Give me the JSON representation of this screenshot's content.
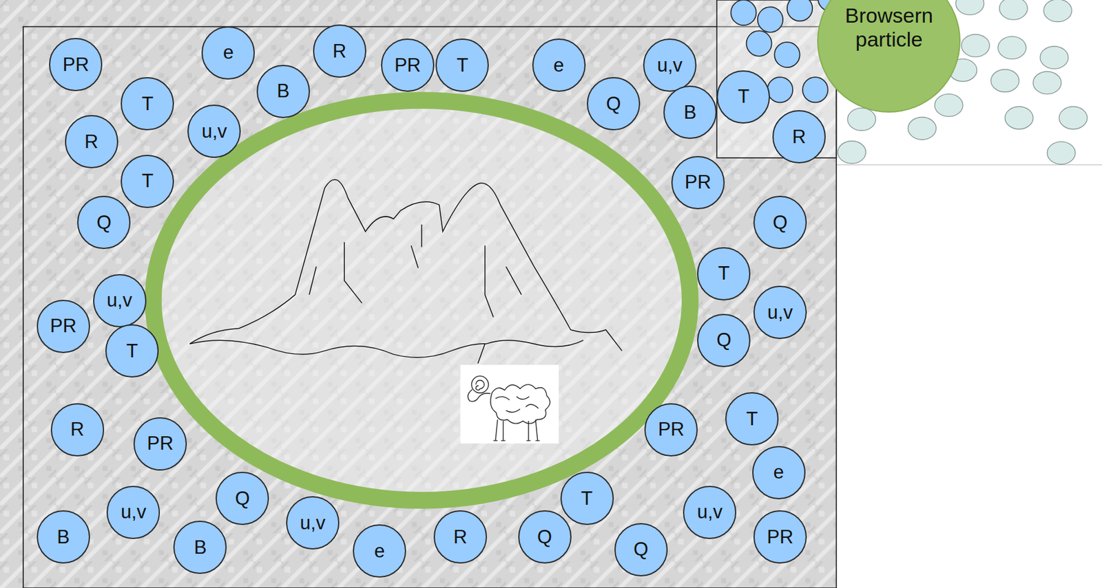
{
  "diagram": {
    "nodes": [
      {
        "text": [
          "PR"
        ]
      },
      {
        "text": [
          "e"
        ]
      },
      {
        "text": [
          "R"
        ]
      },
      {
        "text": [
          "PR"
        ]
      },
      {
        "text": [
          "T"
        ]
      },
      {
        "text": [
          "e"
        ]
      },
      {
        "text": [
          "u,v"
        ]
      },
      {
        "text": [
          "Browsern particle"
        ]
      },
      {
        "text": [
          "B"
        ]
      },
      {
        "text": [
          "T"
        ]
      },
      {
        "text": [
          "Q"
        ]
      },
      {
        "text": [
          "T"
        ]
      },
      {
        "text": [
          "B"
        ]
      },
      {
        "text": [
          "u,v"
        ]
      },
      {
        "text": [
          "R"
        ]
      },
      {
        "text": [
          "R"
        ]
      },
      {
        "text": [
          "T"
        ]
      },
      {
        "text": [
          "PR"
        ]
      },
      {
        "text": [
          "Q"
        ]
      },
      {
        "text": [
          "Q"
        ]
      },
      {
        "text": [
          "T"
        ]
      },
      {
        "text": [
          "u,v"
        ]
      },
      {
        "text": [
          "u,v"
        ]
      },
      {
        "text": [
          "PR"
        ]
      },
      {
        "text": [
          "Q"
        ]
      },
      {
        "text": [
          "T"
        ]
      },
      {
        "text": [
          "T"
        ]
      },
      {
        "text": [
          "R"
        ]
      },
      {
        "text": [
          "PR"
        ]
      },
      {
        "text": [
          "PR"
        ]
      },
      {
        "text": [
          "e"
        ]
      },
      {
        "text": [
          "Q"
        ]
      },
      {
        "text": [
          "T"
        ]
      },
      {
        "text": [
          "u,v"
        ]
      },
      {
        "text": [
          "u,v"
        ]
      },
      {
        "text": [
          "u,v"
        ]
      },
      {
        "text": [
          "B"
        ]
      },
      {
        "text": [
          "R"
        ]
      },
      {
        "text": [
          "Q"
        ]
      },
      {
        "text": [
          "PR"
        ]
      },
      {
        "text": [
          "B"
        ]
      },
      {
        "text": [
          "e"
        ]
      },
      {
        "text": [
          "Q"
        ]
      }
    ]
  }
}
